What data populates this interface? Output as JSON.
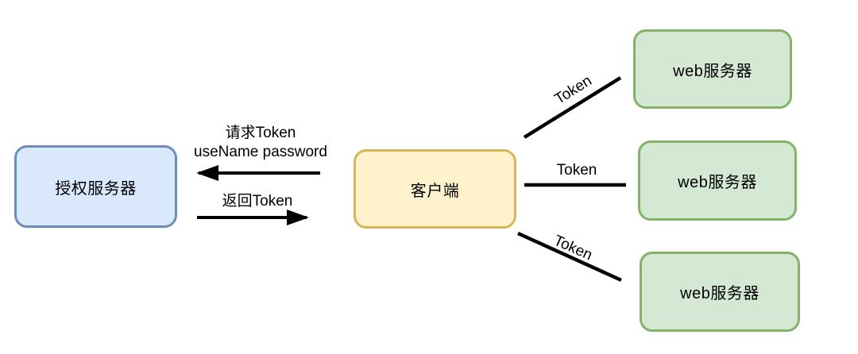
{
  "diagram": {
    "nodes": [
      {
        "id": "auth-server",
        "label": "授权服务器",
        "fill": "#dae8fc",
        "border": "#6c8ebf"
      },
      {
        "id": "client",
        "label": "客户端",
        "fill": "#fff2cc",
        "border": "#d6b656"
      },
      {
        "id": "web-server-1",
        "label": "web服务器",
        "fill": "#d5e8d4",
        "border": "#82b366"
      },
      {
        "id": "web-server-2",
        "label": "web服务器",
        "fill": "#d5e8d4",
        "border": "#82b366"
      },
      {
        "id": "web-server-3",
        "label": "web服务器",
        "fill": "#d5e8d4",
        "border": "#82b366"
      }
    ],
    "edges": {
      "request": {
        "line1": "请求Token",
        "line2": "useName password",
        "from": "client",
        "to": "auth-server",
        "arrow": "left"
      },
      "response": {
        "label": "返回Token",
        "from": "auth-server",
        "to": "client",
        "arrow": "right"
      },
      "token_1": {
        "label": "Token",
        "from": "client",
        "to": "web-server-1"
      },
      "token_2": {
        "label": "Token",
        "from": "client",
        "to": "web-server-2"
      },
      "token_3": {
        "label": "Token",
        "from": "client",
        "to": "web-server-3"
      }
    },
    "line_color": "#000000"
  }
}
